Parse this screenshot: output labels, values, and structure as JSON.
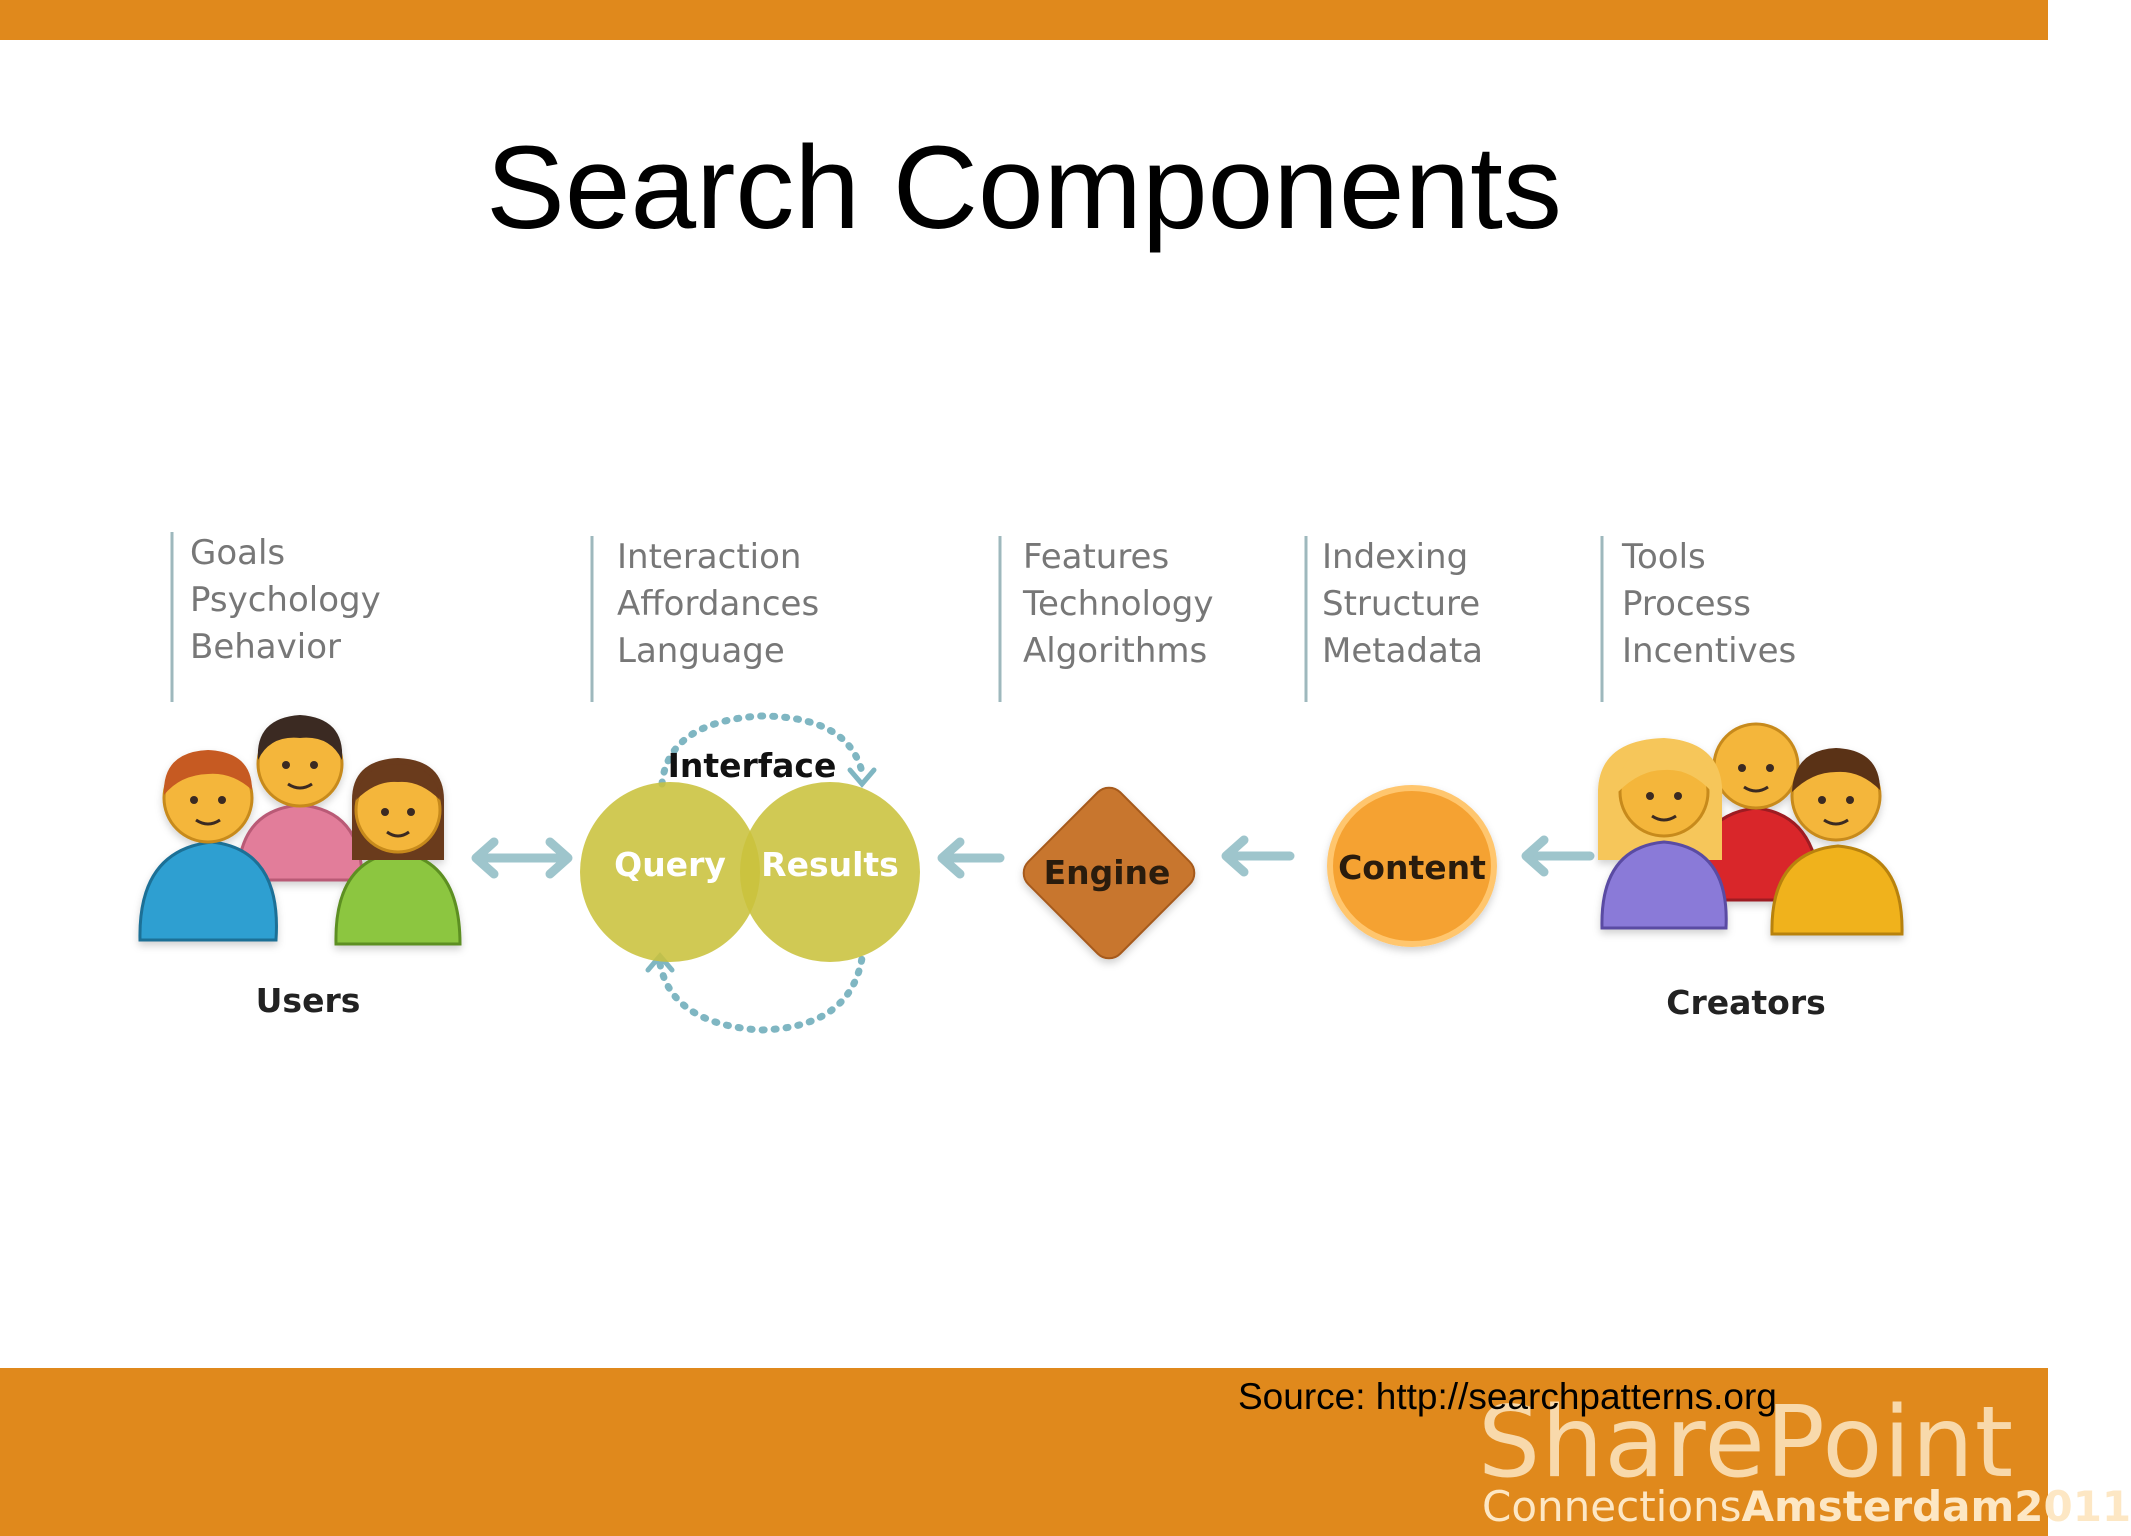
{
  "title": "Search Components",
  "columns": [
    {
      "items": [
        "Goals",
        "Psychology",
        "Behavior"
      ]
    },
    {
      "items": [
        "Interaction",
        "Affordances",
        "Language"
      ]
    },
    {
      "items": [
        "Features",
        "Technology",
        "Algorithms"
      ]
    },
    {
      "items": [
        "Indexing",
        "Structure",
        "Metadata"
      ]
    },
    {
      "items": [
        "Tools",
        "Process",
        "Incentives"
      ]
    }
  ],
  "nodes": {
    "users": "Users",
    "interface": "Interface",
    "query": "Query",
    "results": "Results",
    "engine": "Engine",
    "content": "Content",
    "creators": "Creators"
  },
  "source": "Source: http://searchpatterns.org",
  "brand": {
    "name": "SharePoint",
    "sub_light": "Connections",
    "sub_bold": "Amsterdam2011"
  },
  "colors": {
    "accent_bar": "#e0891c",
    "venn": "#c9c23c",
    "engine": "#c8762d",
    "content": "#f5a233",
    "arrow": "#9ec5cc"
  }
}
